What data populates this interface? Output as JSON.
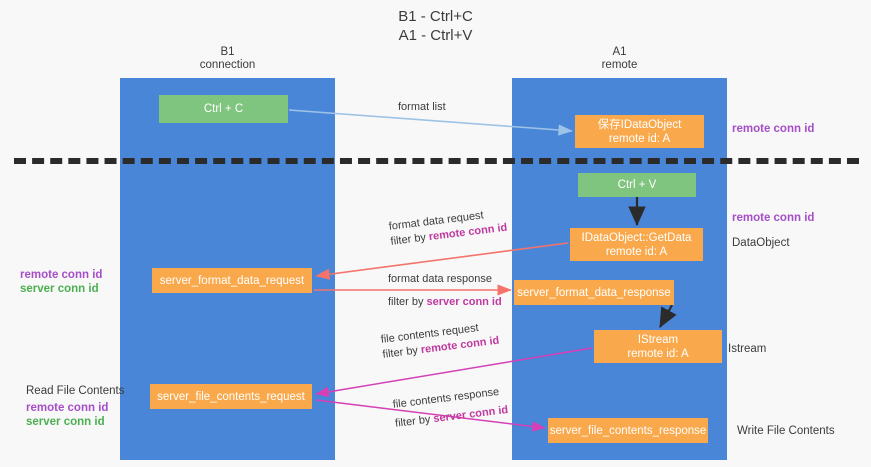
{
  "title": {
    "line1": "B1 - Ctrl+C",
    "line2": "A1 - Ctrl+V"
  },
  "lanes": [
    {
      "name": "B1",
      "role": "connection",
      "color": "#4a86d8"
    },
    {
      "name": "A1",
      "role": "remote",
      "color": "#4a86d8"
    }
  ],
  "nodes": {
    "ctrl_c": {
      "label": "Ctrl + C",
      "color": "#7fc47f"
    },
    "idataobject": {
      "prefix": "保存",
      "label": "IDataObject",
      "sub": "remote id: A",
      "color": "#f9a94c"
    },
    "ctrl_v": {
      "label": "Ctrl + V",
      "color": "#7fc47f"
    },
    "getdata": {
      "label": "IDataObject::GetData",
      "sub": "remote id: A",
      "color": "#f9a94c"
    },
    "server_format_data_request": {
      "label": "server_format_data_request",
      "color": "#f9a94c"
    },
    "server_format_data_response": {
      "label": "server_format_data_response",
      "color": "#f9a94c"
    },
    "istream": {
      "label": "IStream",
      "sub": "remote id: A",
      "color": "#f9a94c"
    },
    "server_file_contents_request": {
      "label": "server_file_contents_request",
      "color": "#f9a94c"
    },
    "server_file_contents_response": {
      "label": "server_file_contents_response",
      "color": "#f9a94c"
    }
  },
  "edge_labels": {
    "format_list": "format list",
    "format_data_request": "format data request",
    "format_data_request_filter_prefix": "filter by ",
    "format_data_request_filter_key": "remote conn id",
    "format_data_response": "format data response",
    "format_data_response_filter_prefix": "filter by ",
    "format_data_response_filter_key": "server conn id",
    "file_contents_request": "file contents request",
    "file_contents_request_filter_prefix": "filter by ",
    "file_contents_request_filter_key": "remote conn id",
    "file_contents_response": "file contents response",
    "file_contents_response_filter_prefix": "filter by ",
    "file_contents_response_filter_key": "server conn id"
  },
  "annotations": {
    "right_remote_conn_id_top": "remote conn id",
    "right_remote_conn_id_mid": "remote conn id",
    "dataobject": "DataObject",
    "istream": "Istream",
    "write_file_contents": "Write File Contents",
    "left_remote_conn_id": "remote conn id",
    "left_server_conn_id": "server conn id",
    "read_file_contents": "Read File Contents",
    "left_remote_conn_id_2": "remote conn id",
    "left_server_conn_id_2": "server conn id"
  },
  "colors": {
    "lane": "#4a86d8",
    "green_node": "#7fc47f",
    "orange_node": "#f9a94c",
    "purple_text": "#a64ec7",
    "green_text": "#4caf50",
    "pink_text": "#c0399f",
    "arrow_blue": "#9dc3e6",
    "arrow_red": "#f4736a",
    "arrow_magenta": "#d63fb5",
    "arrow_black": "#2b2b2b",
    "divider": "#2b2b2b",
    "background": "#f8f8f8"
  }
}
